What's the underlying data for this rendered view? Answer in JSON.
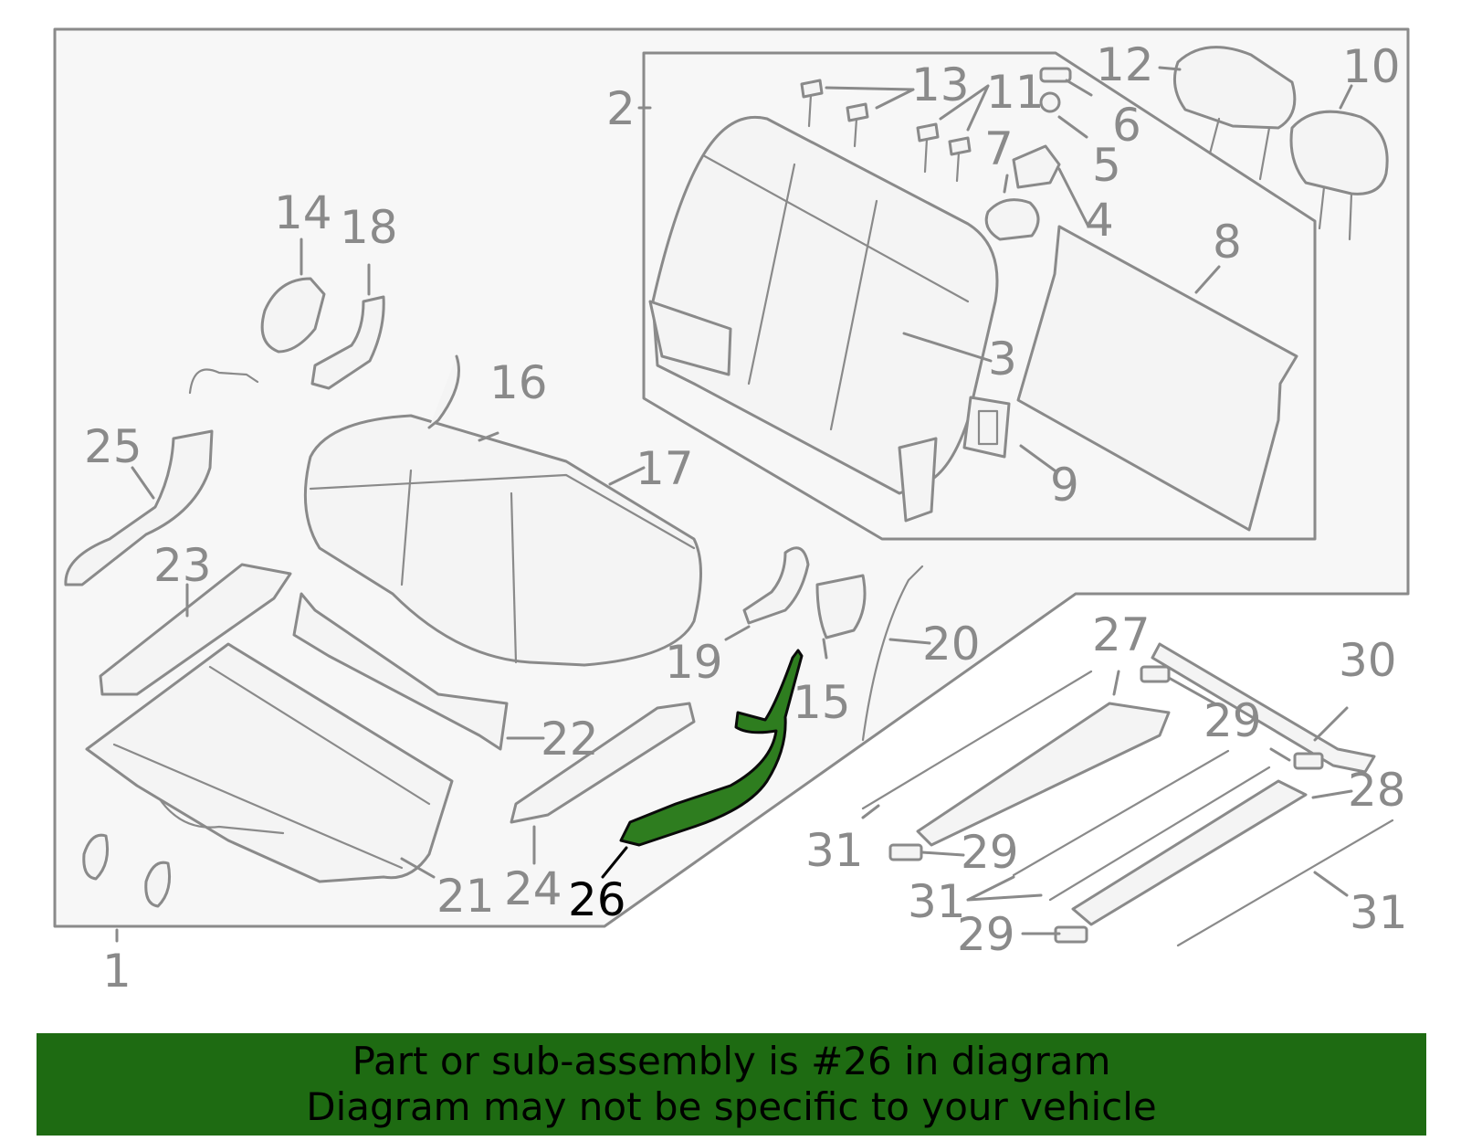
{
  "colors": {
    "highlight": "#2e7d1f",
    "banner_bg": "#1e6b12",
    "line": "#8a8a8a"
  },
  "diagram": {
    "labels": {
      "l1": "1",
      "l2": "2",
      "l3": "3",
      "l4": "4",
      "l5": "5",
      "l6": "6",
      "l7": "7",
      "l8": "8",
      "l9": "9",
      "l10": "10",
      "l11": "11",
      "l12": "12",
      "l13": "13",
      "l14": "14",
      "l15": "15",
      "l16": "16",
      "l17": "17",
      "l18": "18",
      "l19": "19",
      "l20": "20",
      "l21": "21",
      "l22": "22",
      "l23": "23",
      "l24": "24",
      "l25": "25",
      "l26": "26",
      "l27": "27",
      "l28": "28",
      "l29": "29",
      "l30": "30",
      "l31": "31"
    },
    "highlighted_part": "26"
  },
  "banner": {
    "line1": "Part or sub-assembly is #26 in diagram",
    "line2": "Diagram may not be specific to your vehicle"
  }
}
